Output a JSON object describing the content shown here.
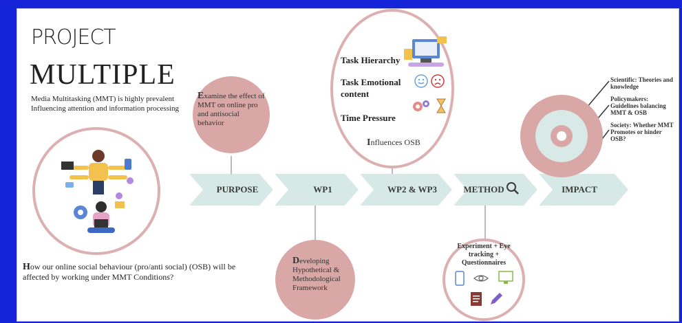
{
  "header": {
    "title_line1": "PROJECT",
    "title_line2": "MULTIPLE",
    "intro": "Media Multitasking (MMT) is highly prevalent Influencing attention and information processing"
  },
  "question": {
    "initial": "H",
    "rest": "ow our online social behaviour (pro/anti social) (OSB) will be affected by working under MMT Conditions?"
  },
  "purpose_circle": {
    "initial": "E",
    "rest": "xamine the effect of MMT on online pro and antisocial behavior"
  },
  "wp1_circle": {
    "initial": "D",
    "rest": "eveloping Hypothetical & Methodological Framework"
  },
  "wp2_circle": {
    "item1": "Task Hierarchy",
    "item2": "Task Emotional content",
    "item3": "Time Pressure",
    "footer_initial": "I",
    "footer_rest": "nfluences OSB"
  },
  "method_circle": {
    "text": "Experiment + Eye tracking + Questionnaires"
  },
  "arrows": [
    "PURPOSE",
    "WP1",
    "WP2 & WP3",
    "METHOD",
    "IMPACT"
  ],
  "impact": {
    "scientific": "Scientific: Theories and knowledge",
    "policymakers": "Policymakers: Guidelines balancing MMT & OSB",
    "society": "Society: Whether MMT Promotes or hinder OSB?"
  },
  "colors": {
    "border_blue": "#1524d8",
    "pink": "#d9a7a6",
    "pink_border": "#dcb0b0",
    "teal_arrow": "#d6e9e6",
    "target_inner": "#d9e9e7"
  },
  "icons": [
    "multitasking-person-icon",
    "search-icon",
    "smiley-icon",
    "sad-face-icon",
    "hourglass-icon",
    "phone-icon",
    "eye-icon",
    "monitor-icon",
    "document-icon",
    "pencil-icon",
    "target-icon"
  ]
}
